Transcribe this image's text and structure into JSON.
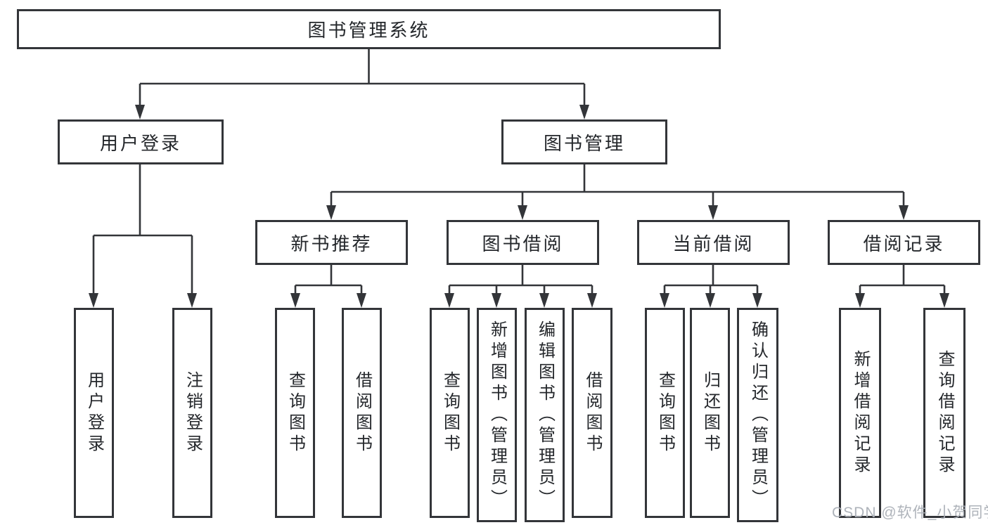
{
  "nodes": {
    "root": "图书管理系统",
    "branches": [
      {
        "label": "用户登录",
        "children": [
          "用户登录",
          "注销登录"
        ]
      },
      {
        "label": "图书管理",
        "sections": [
          {
            "label": "新书推荐",
            "children": [
              "查询图书",
              "借阅图书"
            ]
          },
          {
            "label": "图书借阅",
            "children": [
              "查询图书",
              "新增图书（管理员）",
              "编辑图书（管理员）",
              "借阅图书"
            ]
          },
          {
            "label": "当前借阅",
            "children": [
              "查询图书",
              "归还图书",
              "确认归还（管理员）"
            ]
          },
          {
            "label": "借阅记录",
            "children": [
              "新增借阅记录",
              "查询借阅记录"
            ]
          }
        ]
      }
    ]
  },
  "watermark": "CSDN @软件_小贺同学",
  "colors": {
    "line": "#333539",
    "text": "#24272b",
    "background": "#ffffff",
    "watermark": "#aaafb6"
  }
}
